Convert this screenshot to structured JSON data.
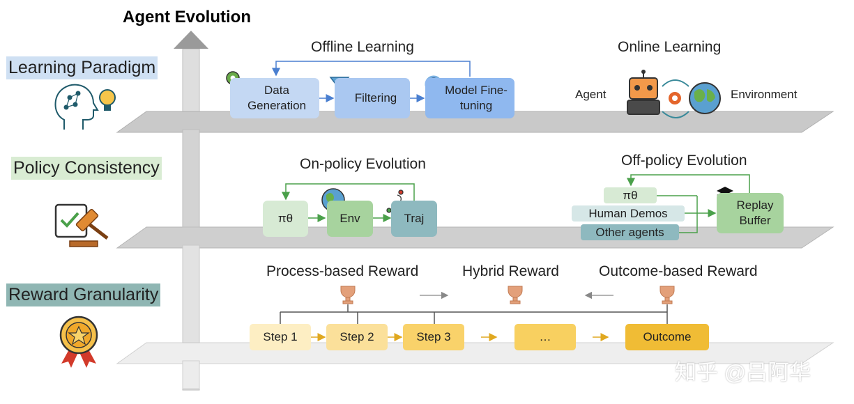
{
  "title": "Agent Evolution",
  "levels": {
    "learning": {
      "label": "Learning Paradigm",
      "offline": {
        "title": "Offline Learning",
        "steps": [
          "Data Generation",
          "Filtering",
          "Model Fine-tuning"
        ]
      },
      "online": {
        "title": "Online Learning",
        "agent": "Agent",
        "environment": "Environment"
      }
    },
    "policy": {
      "label": "Policy Consistency",
      "on_policy": {
        "title": "On-policy Evolution",
        "nodes": [
          "πθ",
          "Env",
          "Traj"
        ]
      },
      "off_policy": {
        "title": "Off-policy Evolution",
        "sources": [
          "πθ",
          "Human Demos",
          "Other agents"
        ],
        "buffer": "Replay Buffer"
      }
    },
    "reward": {
      "label": "Reward Granularity",
      "types": [
        "Process-based Reward",
        "Hybrid Reward",
        "Outcome-based Reward"
      ],
      "steps": [
        "Step 1",
        "Step 2",
        "Step 3",
        "…",
        "Outcome"
      ]
    }
  },
  "watermark": "知乎 @吕阿华",
  "colors": {
    "learning_highlight": "#cfe0f3",
    "policy_highlight": "#d9ecd3",
    "reward_highlight": "#8fb6b3",
    "offline_box": "#a9c8f2",
    "onpolicy_pi": "#d7ead4",
    "onpolicy_env": "#a7d39e",
    "onpolicy_traj": "#8eb9bf",
    "step1": "#fdeec3",
    "step2": "#fbe09a",
    "step3": "#f9d26a",
    "outcome": "#f0bc35"
  }
}
